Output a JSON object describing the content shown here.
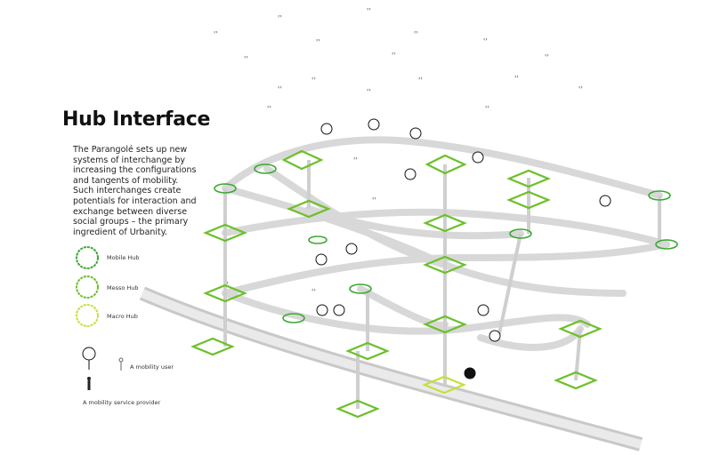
{
  "title": "Hub Interface",
  "description": "The Parangolé sets up new systems of interchange by increasing the configurations and tangents of mobility. Such interchanges create potentials for interaction and exchange between diverse social groups – the primary ingredient of Urbanity.",
  "legend": {
    "mobile_hub": "Mobile Hub",
    "messo_hub": "Messo Hub",
    "macro_hub": "Macro Hub",
    "mobility_user": "A mobility user",
    "mobility_service_provider": "A mobility service provider"
  },
  "colors": {
    "mobile": "#3aa832",
    "messo": "#6cc02a",
    "macro": "#c4e03a",
    "road": "#dcdcdc"
  }
}
